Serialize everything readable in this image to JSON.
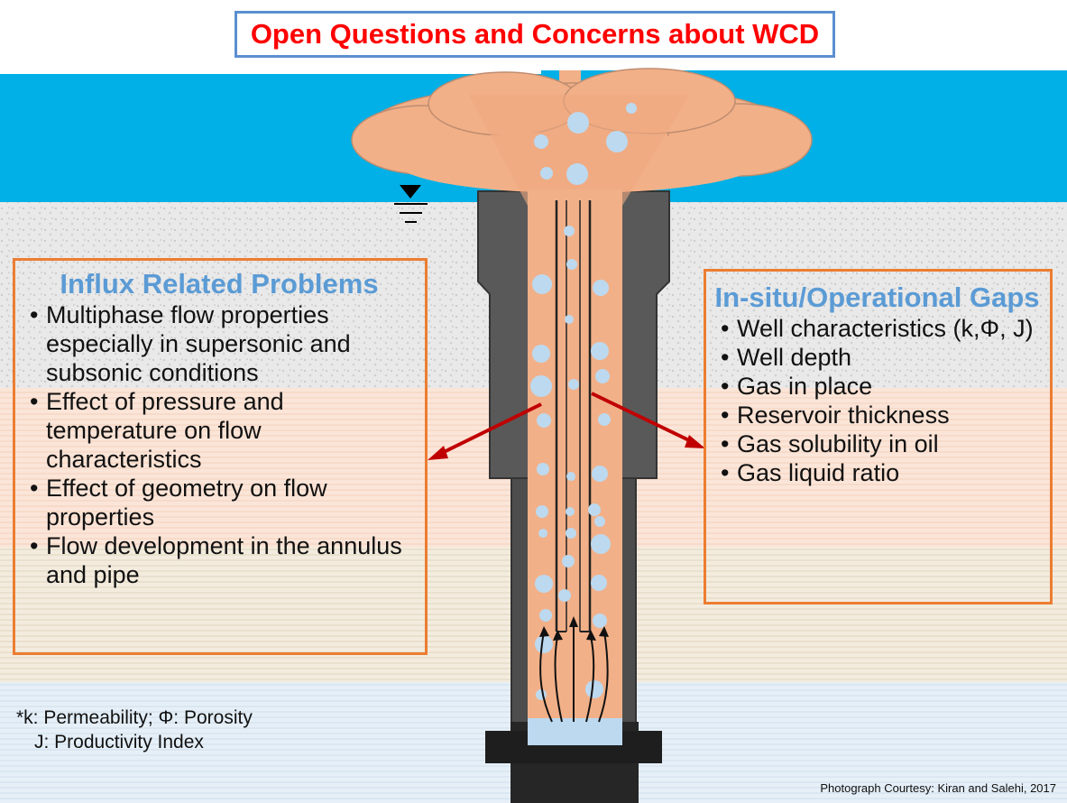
{
  "title": "Open Questions and Concerns about WCD",
  "left_panel": {
    "heading": "Influx Related Problems",
    "items": [
      "Multiphase flow properties especially in supersonic and subsonic conditions",
      "Effect of pressure and temperature on flow characteristics",
      "Effect of geometry on flow properties",
      "Flow development in the annulus and pipe"
    ]
  },
  "right_panel": {
    "heading": "In-situ/Operational Gaps",
    "items": [
      "Well characteristics (k,Φ, J)",
      "Well depth",
      "Gas in place",
      "Reservoir thickness",
      "Gas solubility in oil",
      "Gas liquid ratio"
    ]
  },
  "footnote": {
    "line1": "*k: Permeability;  Φ: Porosity",
    "line2": "J: Productivity Index"
  },
  "credit": "Photograph Courtesy: Kiran and Salehi, 2017",
  "colors": {
    "sea": "#00b0e6",
    "plume": "#f2b088",
    "bubble": "#bcd9ef",
    "casing": "#595959",
    "arrow": "#c00000",
    "panel_border": "#ec7d31",
    "heading": "#5b9bd5",
    "title": "#ff0000"
  }
}
